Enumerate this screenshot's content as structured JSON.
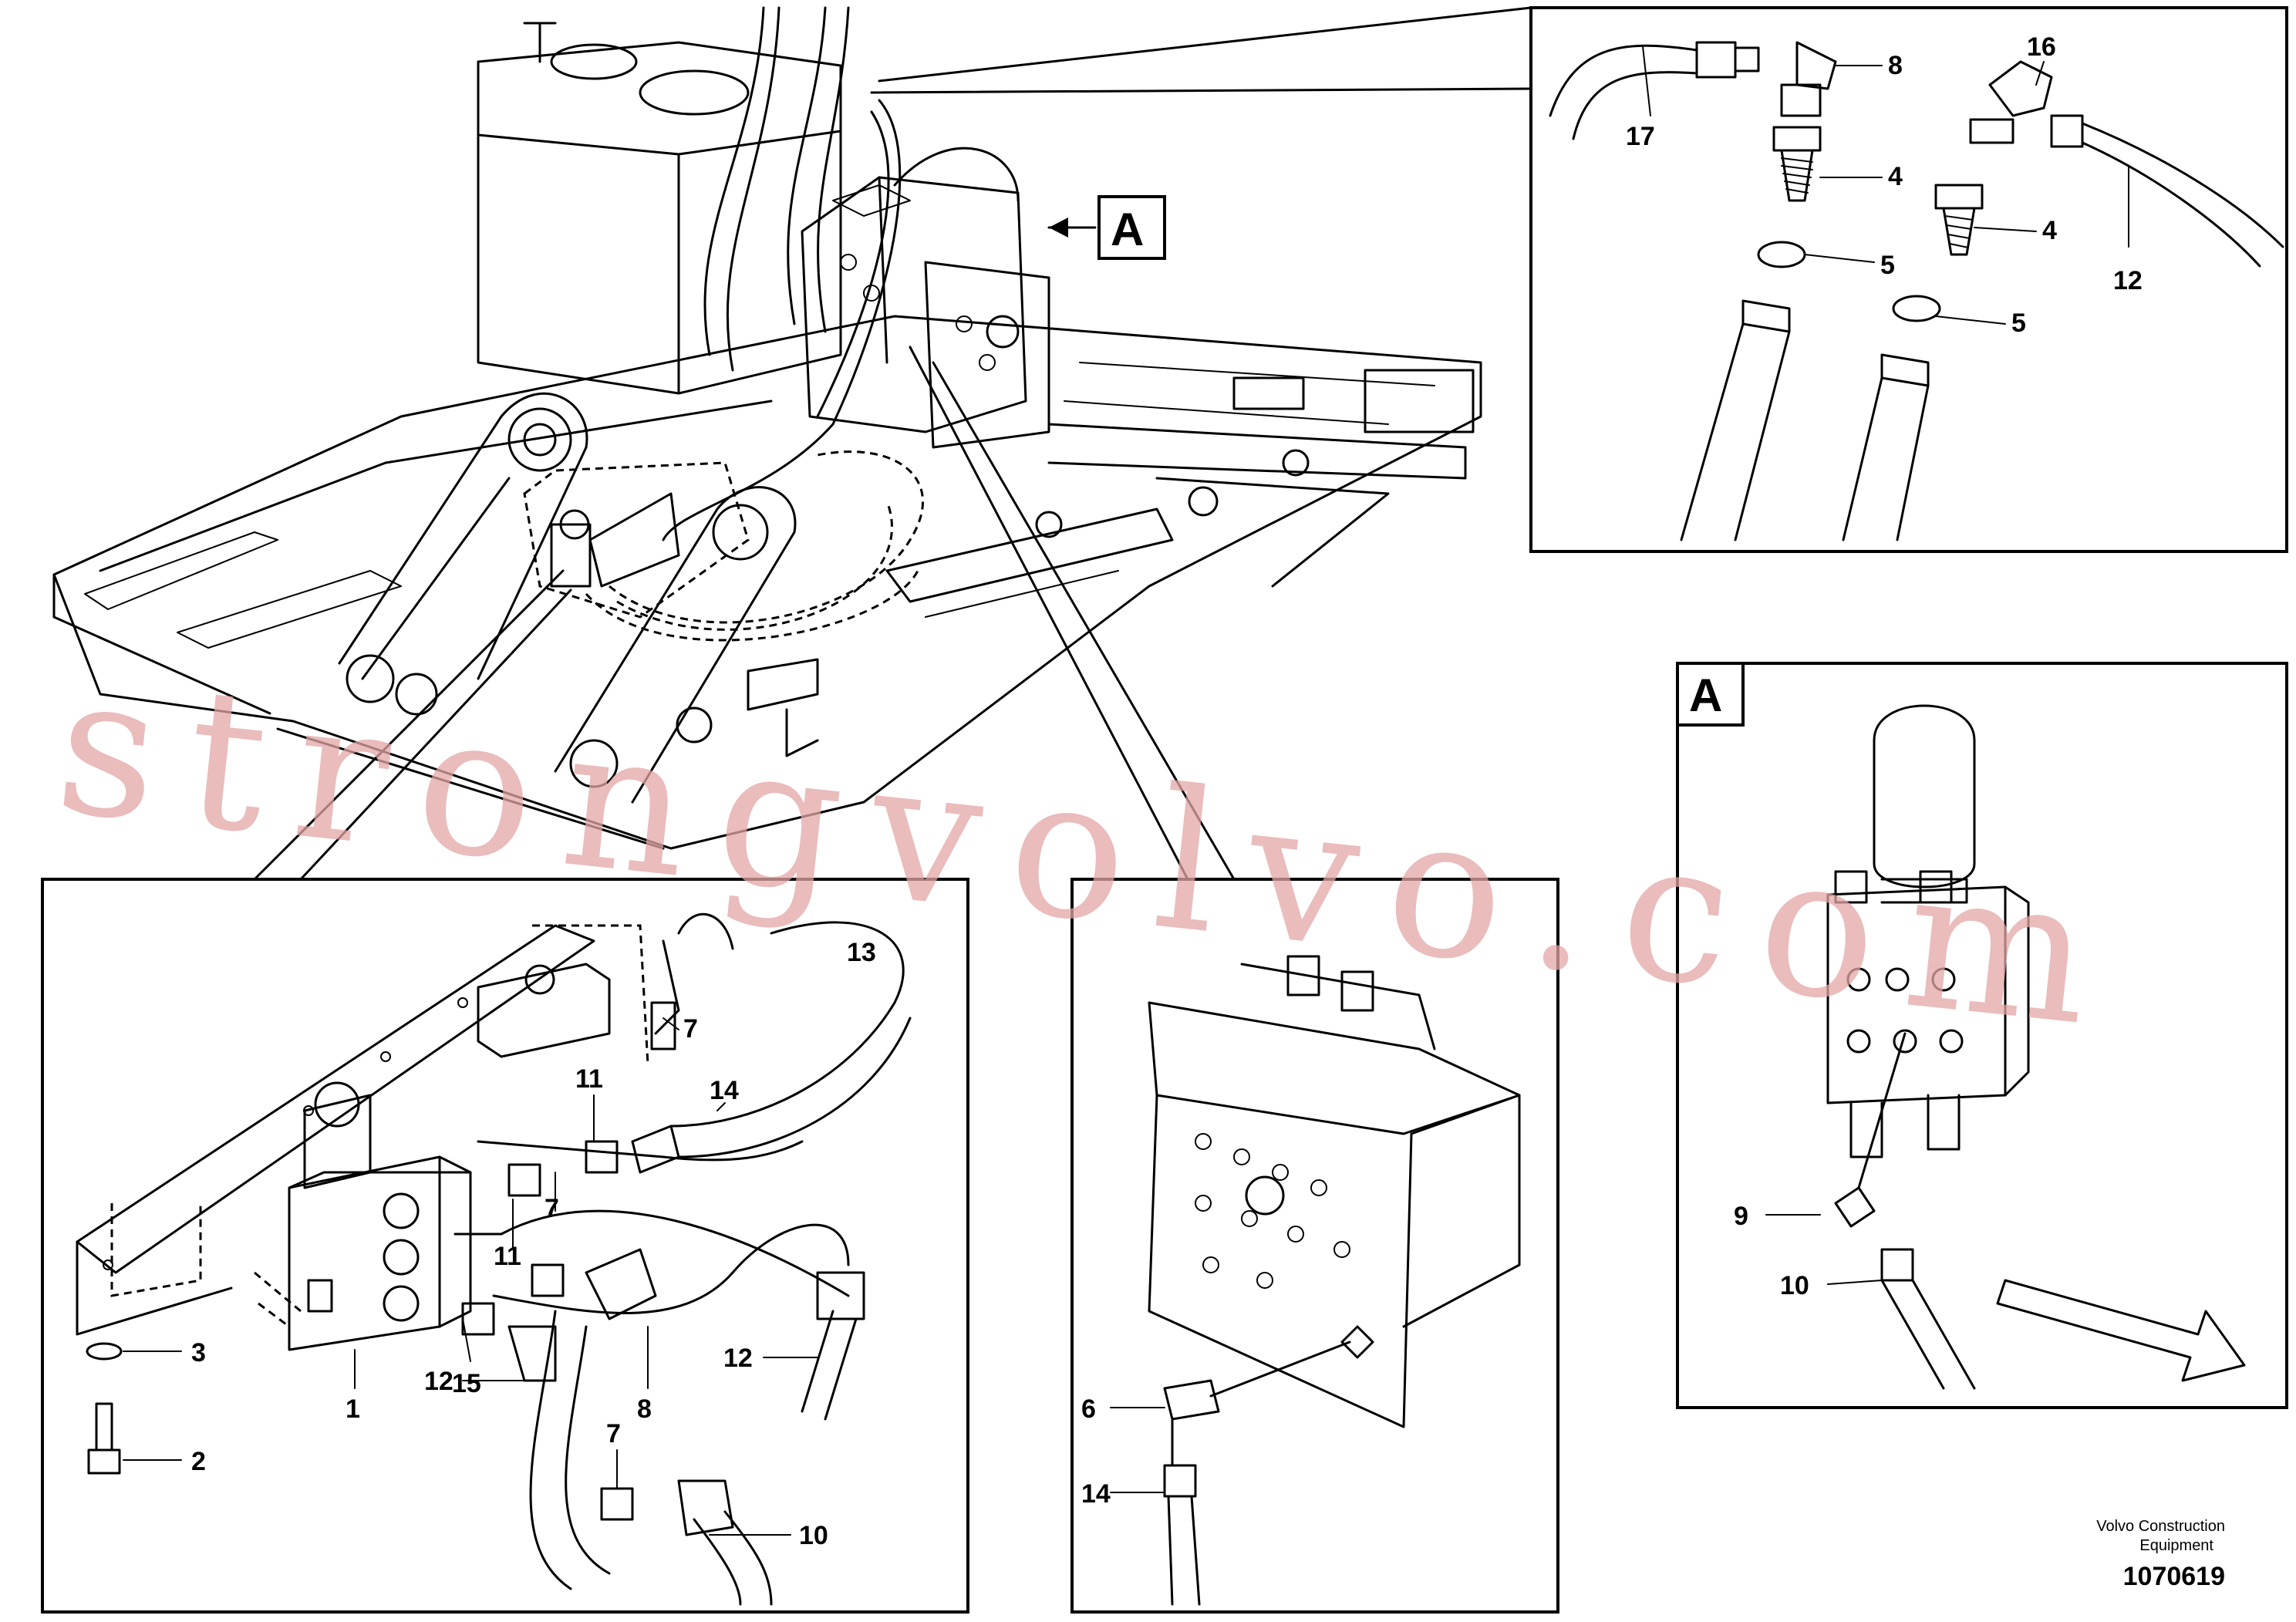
{
  "labels": {
    "callout_a": "A",
    "detail_a": "A",
    "n1": "1",
    "n2": "2",
    "n3": "3",
    "n4a": "4",
    "n4b": "4",
    "n5a": "5",
    "n5b": "5",
    "n6": "6",
    "n7a": "7",
    "n7b": "7",
    "n7c": "7",
    "n8a": "8",
    "n8b": "8",
    "n9": "9",
    "n10a": "10",
    "n10b": "10",
    "n11a": "11",
    "n11b": "11",
    "n12a": "12",
    "n12b": "12",
    "n12c": "12",
    "n13": "13",
    "n14a": "14",
    "n14b": "14",
    "n15": "15",
    "n16": "16",
    "n17": "17"
  },
  "watermark": "strongvolvo.com",
  "footer": {
    "company_line1": "Volvo Construction",
    "company_line2": "Equipment",
    "drawing_number": "1070619"
  },
  "colors": {
    "watermark": "#e3a6a6",
    "line": "#000000",
    "background": "#ffffff"
  }
}
